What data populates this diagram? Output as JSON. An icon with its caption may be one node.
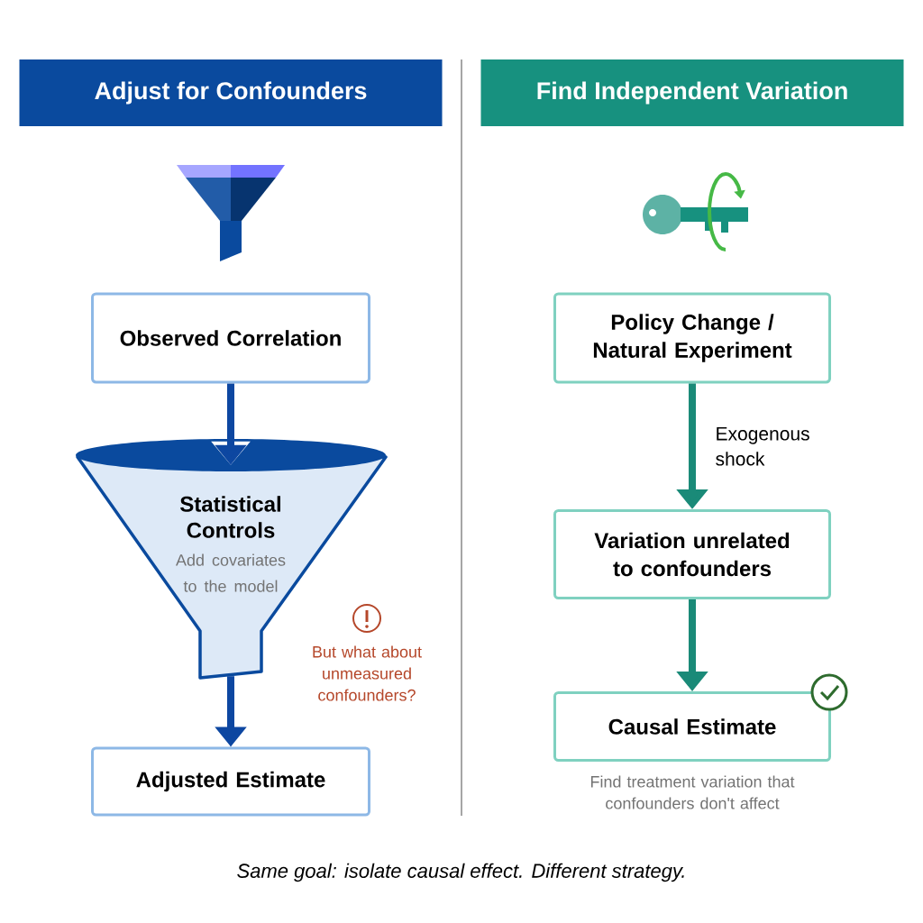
{
  "diagram": {
    "caption": "Same goal: isolate causal effect. Different strategy.",
    "nodes": [
      {
        "text": [
          "Adjust for Confounders"
        ]
      },
      {
        "text": [
          "Find Independent Variation"
        ]
      },
      {
        "text": [
          "Observed Correlation"
        ]
      },
      {
        "text": [
          "Statistical Controls",
          "Add covariates to the model"
        ]
      },
      {
        "text": [
          "Adjusted Estimate"
        ]
      },
      {
        "text": [
          "Policy Change / Natural Experiment"
        ]
      },
      {
        "text": [
          "Variation unrelated to confounders"
        ]
      },
      {
        "text": [
          "Causal Estimate"
        ],
        "beside": [
          "Find treatment variation that confounders don't affect"
        ]
      }
    ],
    "edges": [
      {
        "from": 2,
        "to": 3,
        "arrow": "to",
        "color": "#0d47a1"
      },
      {
        "from": 3,
        "to": 4,
        "arrow": "to",
        "color": "#0d47a1"
      },
      {
        "from": 5,
        "to": 6,
        "arrow": "to",
        "label": "Exogenous shock",
        "color": "#1a8a78"
      },
      {
        "from": 6,
        "to": 7,
        "arrow": "to",
        "color": "#1a8a78"
      }
    ],
    "labels": [
      "But what about unmeasured confounders?"
    ]
  }
}
